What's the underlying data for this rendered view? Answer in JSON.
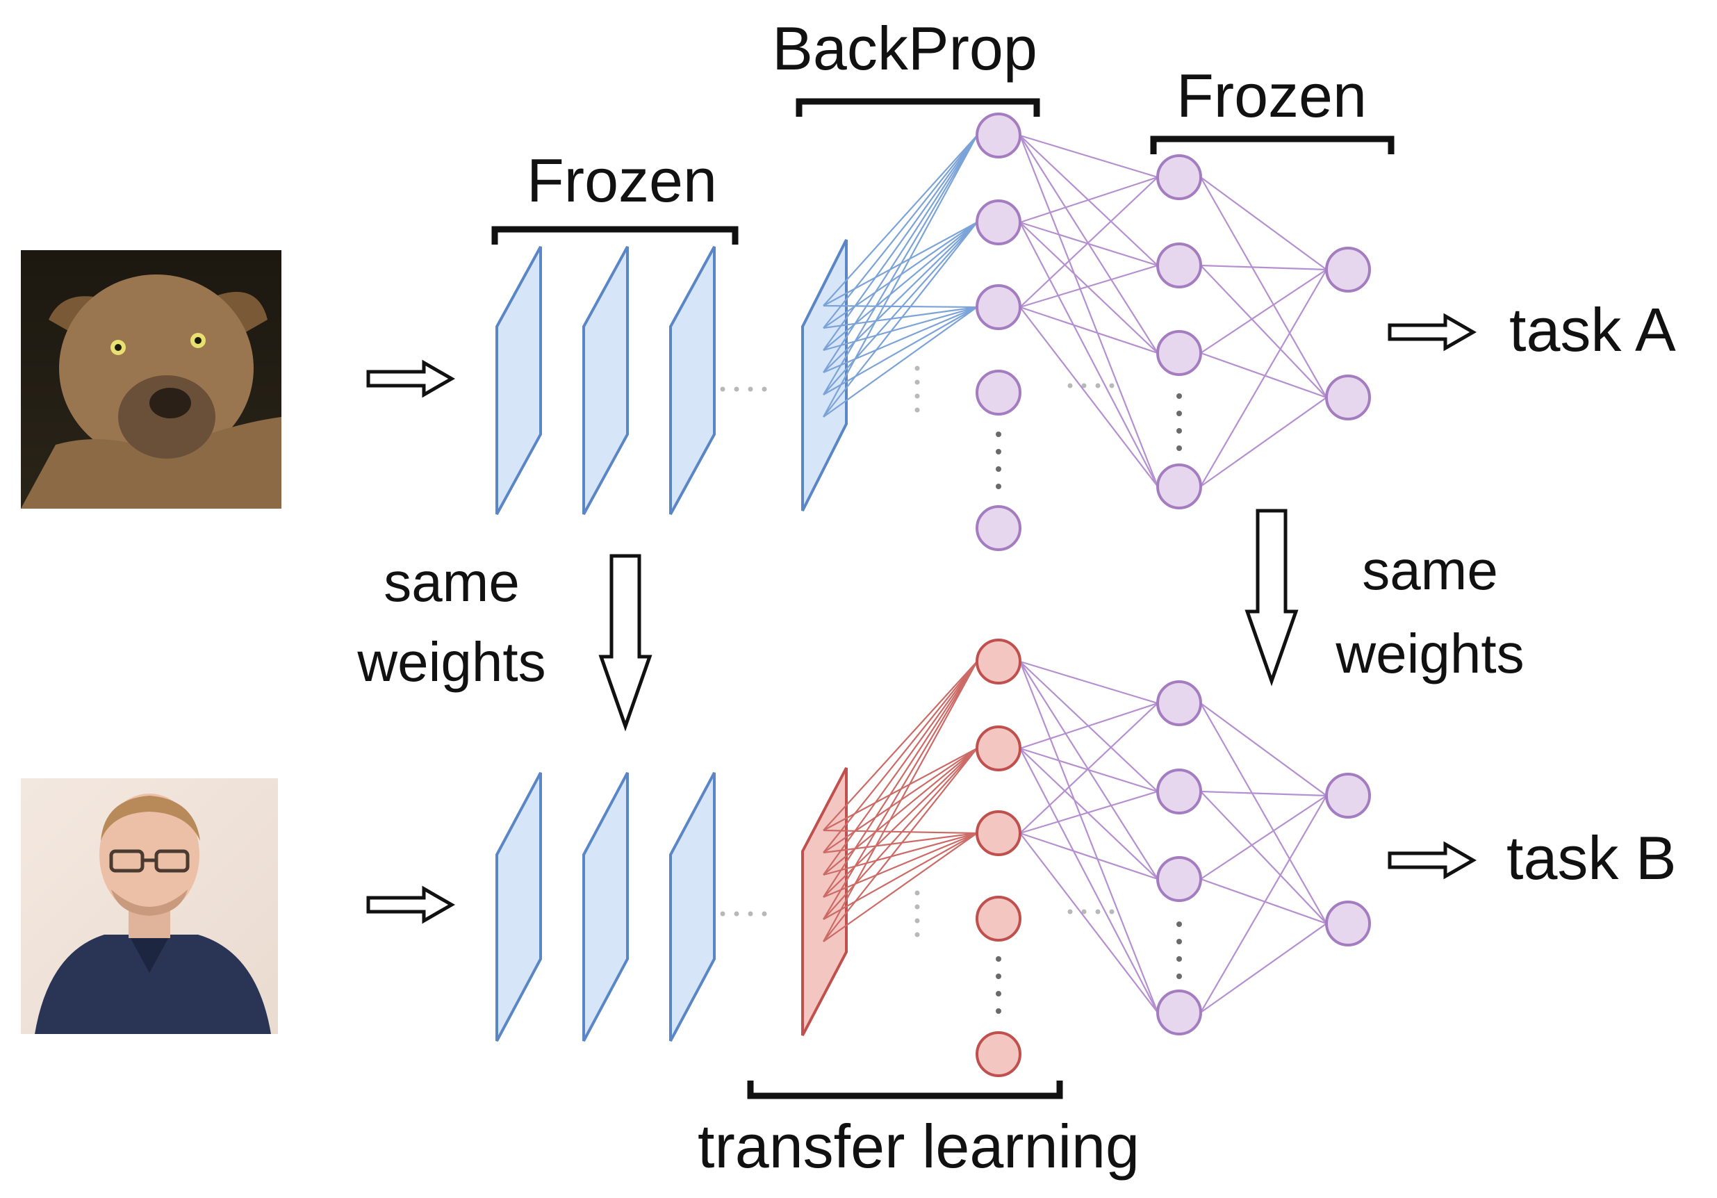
{
  "labels": {
    "backprop": "BackProp",
    "frozen_top_left": "Frozen",
    "frozen_top_right": "Frozen",
    "same_weights_left_1": "same",
    "same_weights_left_2": "weights",
    "same_weights_right_1": "same",
    "same_weights_right_2": "weights",
    "task_a": "task A",
    "task_b": "task B",
    "transfer_learning": "transfer learning"
  },
  "images": {
    "top": "dog-photo",
    "bottom": "person-photo"
  },
  "colors": {
    "frozen_fill": "#d6e6f8",
    "frozen_stroke": "#5a86c5",
    "tuned_fill": "#f3c6c2",
    "tuned_stroke": "#c0504d",
    "neuron_purple_fill": "#e6d6ee",
    "neuron_purple_stroke": "#a47dc0",
    "edge_purple": "#b590d0",
    "edge_blue": "#7ba3d8",
    "edge_red": "#cc6a66",
    "text": "#111111"
  }
}
